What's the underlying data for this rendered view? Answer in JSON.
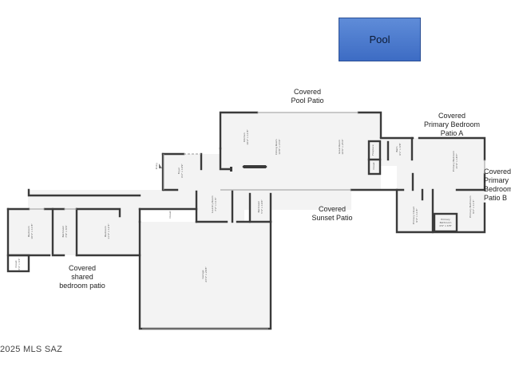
{
  "pool_label": "Pool",
  "patios": {
    "covered_pool_patio": "Covered\nPool Patio",
    "covered_primary_patio_a": "Covered\nPrimary Bedroom\nPatio A",
    "covered_primary_patio_b": "Covered\nPrimary\nBedroom\nPatio B",
    "covered_sunset_patio": "Covered\nSunset Patio",
    "covered_shared_patio": "Covered\nshared\nbedroom patio"
  },
  "rooms": {
    "kitchen": "Kitchen\n10'2\" x 11'8\"",
    "dining_room": "Dining Room\n14'8\" x 15'6\"",
    "great_room": "Great Room\n16'6\" x 25'6\"",
    "fireplace": "Fireplace",
    "closet_main": "Closet",
    "bath_main": "Bath\n6'1\" x 6'8\"",
    "primary_bedroom": "Primary Bedroom\n15'6\" x 18'7\"",
    "foyer": "Foyer\n6'2\" x 10'9\"",
    "laundry": "Laundry Room\n7'2\" x 11'6\"",
    "bathroom_hall": "Bathroom\n5'4\" x 10'6\"",
    "closet_hall": "Closet",
    "bedroom_left": "Bedroom\n10'4\" x 11'8\"",
    "bathroom_left": "Bathroom\n7'8\" x 8'6\"",
    "bedroom_mid": "Bedroom\n11'4\" x 12'4\"",
    "closet_left": "Closet\n3'4\" x 6'4\"",
    "garage": "Garage\n23'4\" x 26'8\"",
    "primary_closet": "Primary Closet\n9'4\" x 11'6\"",
    "primary_bathroom": "Primary Bathroom\n9'2\" x 11'4\"",
    "primary_shower": "Primary\nBathroom\n4'6\" x 6'8\"",
    "entry": "Entry"
  },
  "copyright": "2025 MLS SAZ"
}
